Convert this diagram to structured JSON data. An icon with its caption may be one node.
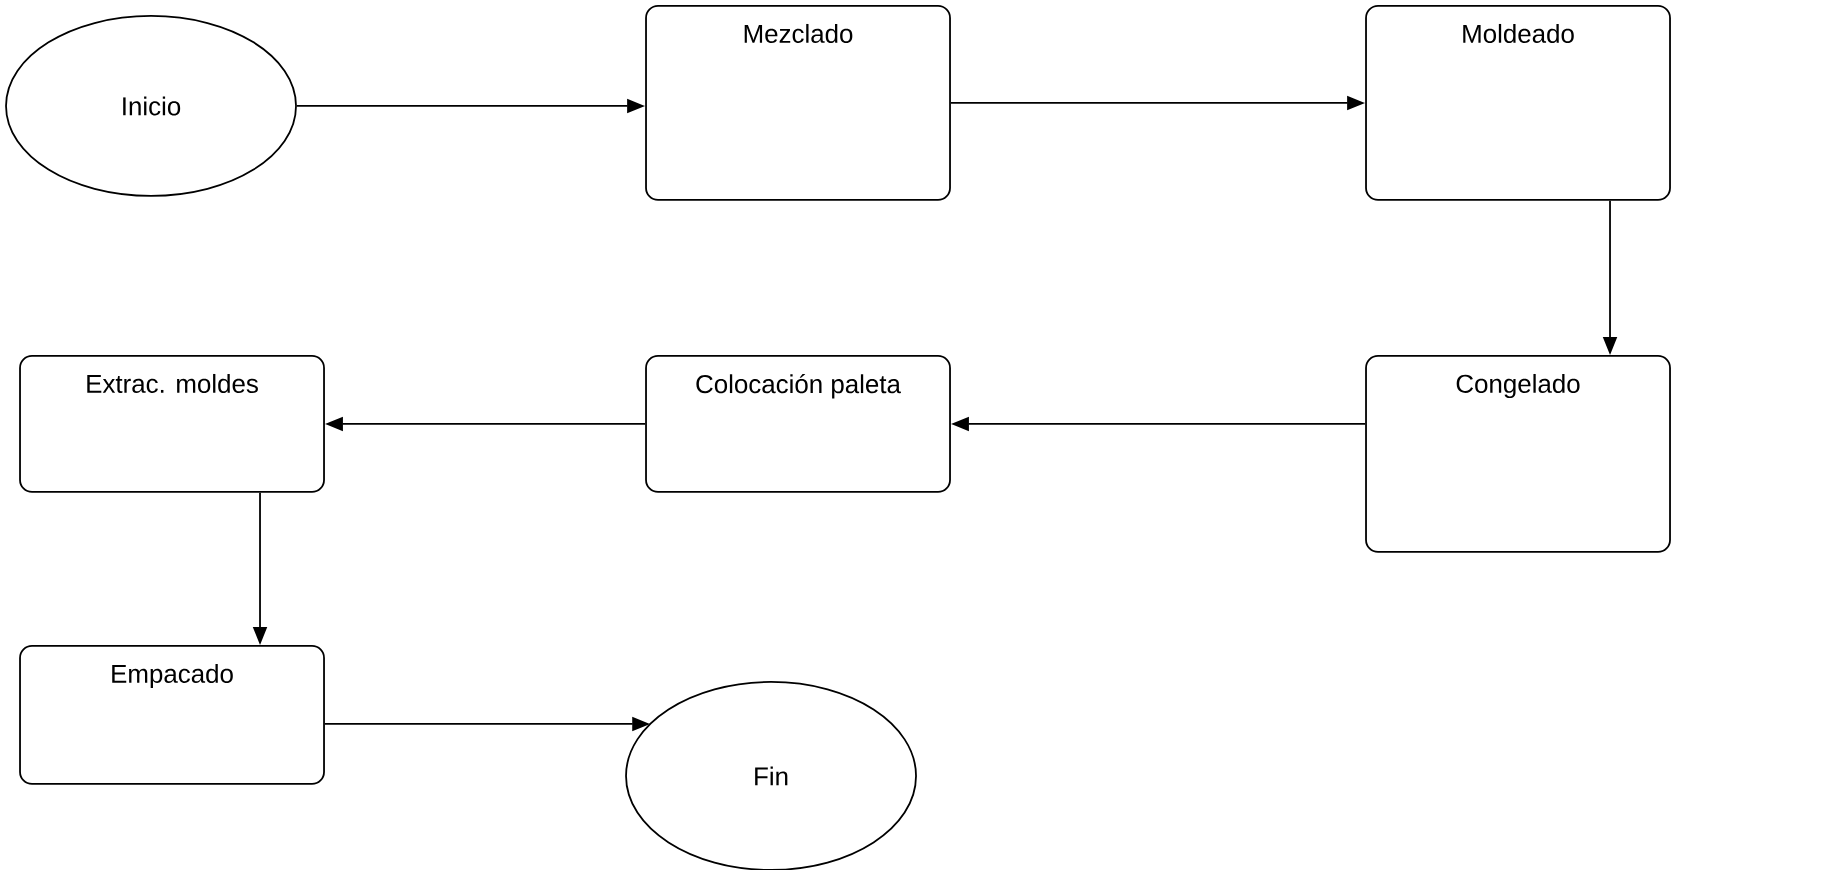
{
  "diagram": {
    "nodes": [
      {
        "text": [
          "Inicio"
        ]
      },
      {
        "text": [
          "Mezclado"
        ]
      },
      {
        "text": [
          "Moldeado"
        ]
      },
      {
        "text": [
          "Congelado"
        ]
      },
      {
        "text": [
          "Colocación paleta"
        ]
      },
      {
        "text": [
          "Extrac. moldes"
        ]
      },
      {
        "text": [
          "Empacado"
        ]
      },
      {
        "text": [
          "Fin"
        ]
      }
    ],
    "edges": [
      {
        "from": 0,
        "to": 1,
        "arrow": "to"
      },
      {
        "from": 1,
        "to": 2,
        "arrow": "to"
      },
      {
        "from": 2,
        "to": 3,
        "arrow": "to"
      },
      {
        "from": 3,
        "to": 4,
        "arrow": "to"
      },
      {
        "from": 4,
        "to": 5,
        "arrow": "to"
      },
      {
        "from": 5,
        "to": 6,
        "arrow": "to"
      },
      {
        "from": 6,
        "to": 7,
        "arrow": "to"
      }
    ]
  }
}
